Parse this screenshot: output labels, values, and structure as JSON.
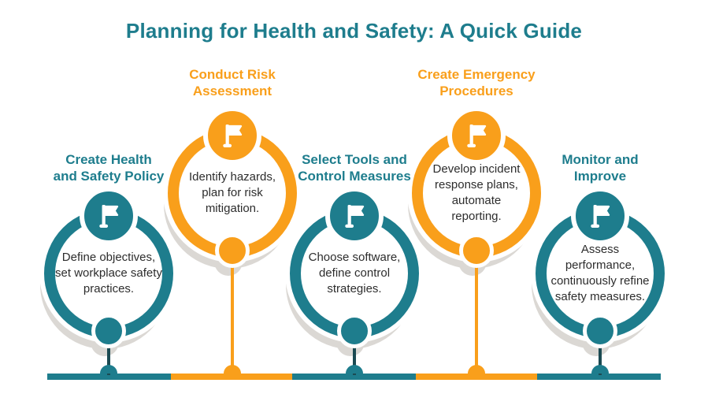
{
  "main_title": "Planning for Health and Safety: A Quick Guide",
  "palette": {
    "teal": "#1E7D8D",
    "orange": "#F99F1B",
    "teal_stem_dark": "#1B4A52",
    "shadow_gray": "#DBD8D4",
    "body_text": "#2D2D2D",
    "background": "#FFFFFF"
  },
  "steps": [
    {
      "title_lines": [
        "Create Health",
        "and Safety Policy"
      ],
      "description": "Define objectives, set workplace safety practices.",
      "color_name": "teal",
      "icon": "flag-icon"
    },
    {
      "title_lines": [
        "Conduct Risk",
        "Assessment"
      ],
      "description": "Identify hazards, plan for risk mitigation.",
      "color_name": "orange",
      "icon": "flag-icon"
    },
    {
      "title_lines": [
        "Select Tools and",
        "Control Measures"
      ],
      "description": "Choose software, define control strategies.",
      "color_name": "teal",
      "icon": "flag-icon"
    },
    {
      "title_lines": [
        "Create Emergency",
        "Procedures"
      ],
      "description": "Develop incident response plans, automate reporting.",
      "color_name": "orange",
      "icon": "flag-icon"
    },
    {
      "title_lines": [
        "Monitor and",
        "Improve"
      ],
      "description": "Assess performance, continuously refine safety measures.",
      "color_name": "teal",
      "icon": "flag-icon"
    }
  ],
  "timeline": {
    "segment_colors": [
      "teal",
      "orange",
      "teal",
      "orange",
      "teal"
    ]
  }
}
